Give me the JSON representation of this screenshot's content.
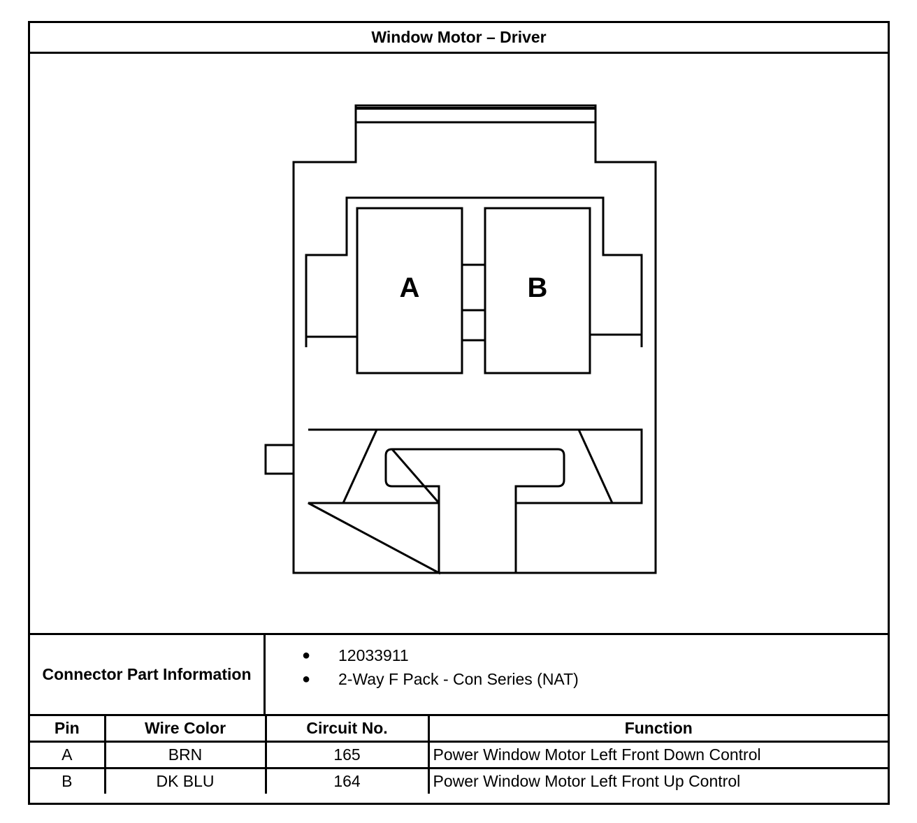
{
  "title": "Window Motor – Driver",
  "connector": {
    "cavities": [
      "A",
      "B"
    ]
  },
  "part_info": {
    "label": "Connector Part Information",
    "items": [
      "12033911",
      "2-Way F Pack - Con Series (NAT)"
    ]
  },
  "pin_table": {
    "headers": [
      "Pin",
      "Wire Color",
      "Circuit No.",
      "Function"
    ],
    "rows": [
      [
        "A",
        "BRN",
        "165",
        "Power Window Motor Left Front Down Control"
      ],
      [
        "B",
        "DK BLU",
        "164",
        "Power Window Motor Left Front Up Control"
      ]
    ]
  }
}
